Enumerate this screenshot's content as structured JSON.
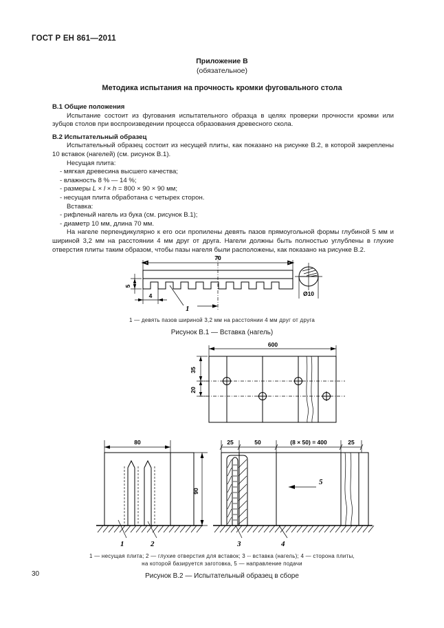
{
  "header": {
    "standard": "ГОСТ Р ЕН 861—2011"
  },
  "appendix": {
    "title": "Приложение В",
    "subtitle": "(обязательное)",
    "heading": "Методика испытания на прочность кромки фуговального стола"
  },
  "sections": [
    {
      "kind": "head",
      "text": "В.1 Общие положения"
    },
    {
      "kind": "para",
      "text": "Испытание состоит из фугования испытательного образца в целях проверки прочности кромки или зубцов столов при воспроизведении процесса образования древесного скола."
    },
    {
      "kind": "head",
      "text": "В.2 Испытательный образец"
    },
    {
      "kind": "para",
      "text": "Испытательный образец состоит  из несущей  плиты,  как показано  на рисунке В.2,  в которой закреплены 10 вставок  (нагелей) (см. рисунок В.1)."
    },
    {
      "kind": "plain",
      "text": "Несущая плита:"
    },
    {
      "kind": "li",
      "text": "- мягкая древесина высшего качества;"
    },
    {
      "kind": "li",
      "text": "- влажность  8 % — 14 %;"
    },
    {
      "kind": "li-var",
      "text": "- размеры L × l × h = 800 × 90 × 90 мм;"
    },
    {
      "kind": "li",
      "text": "- несущая плита обработана с четырех сторон."
    },
    {
      "kind": "plain",
      "text": "Вставка:"
    },
    {
      "kind": "li",
      "text": "- рифленый нагель из бука (см. рисунок В.1);"
    },
    {
      "kind": "li",
      "text": "- диаметр 10 мм, длина 70 мм."
    },
    {
      "kind": "para",
      "text": "На нагеле перпендикулярно к его оси пропилены девять пазов прямоугольной формы глубиной 5 мм и шириной 3,2 мм на расстоянии  4 мм друг от друга. Нагели должны быть полностью углублены в глухие отверстия плиты таким образом, чтобы пазы нагеля были расположены, как показано на рисунке В.2."
    }
  ],
  "figure_b1": {
    "note": "1 — девять пазов шириной 3,2 мм на расстоянии 4 мм друг от друга",
    "caption": "Рисунок В.1 — Вставка (нагель)",
    "dims": {
      "length": "70",
      "groove_depth": "5",
      "groove_pitch": "4",
      "diameter": "Ø10"
    },
    "callouts": {
      "grooves": "1"
    }
  },
  "figure_b2": {
    "note_line1": "1 —  несущая плита; 2 — глухие отверстия для вставок; 3 -- вставка (нагель); 4 — сторона плиты,",
    "note_line2": "на которой базируется заготовка, 5 — направление подачи",
    "caption": "Рисунок В.2 — Испытательный образец в сборе",
    "plan_dims": {
      "total_length": "600",
      "edge_offset": "35",
      "row_spacing": "20"
    },
    "elev_dims": {
      "left_width": "80",
      "height": "90",
      "end_margin_left": "25",
      "first_pitch": "50",
      "run": "(8 × 50) = 400",
      "end_margin_right": "25"
    },
    "callouts": {
      "base_plate": "1",
      "blind_holes": "2",
      "insert": "3",
      "plate_side": "4",
      "feed_direction": "5"
    }
  },
  "footer": {
    "page_number": "30"
  }
}
